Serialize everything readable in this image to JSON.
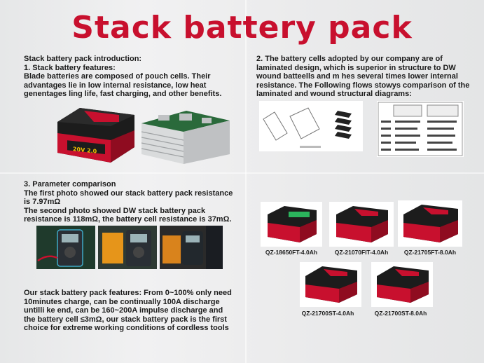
{
  "title": "Stack battery pack",
  "section1": {
    "intro": "Stack battery pack introduction:",
    "heading": "1. Stack battery features:",
    "body": "Blade batteries are composed of pouch cells. Their advantages lie in low internal resistance, low heat genentages ling life, fast charging, and other benefits."
  },
  "section2": {
    "body": "2. The battery cells adopted by our company are of laminated design, which is superior in structure to DW wound batteells and m hes several times lower internal resistance. The Following flows stowys comparison of the laminated and wound structural diagrams:"
  },
  "section3": {
    "heading": "3. Parameter comparison",
    "line1": "The first photo showed our stack battery pack resistance is 7.97mΩ",
    "line2": "The second photo showed DW stack battery pack resistance is 118mΩ, the battery cell resistance is 37mΩ."
  },
  "section4": {
    "body": "Our stack battery pack features: From 0~100% only need 10minutes charge, can be continually 100A discharge untilli ke end, can be 160~200A impulse discharge and the battery cell ≤3mΩ, our stack battery pack is the first choice for extreme working conditions of cordless tools"
  },
  "products": [
    {
      "label": "QZ-18650FT-4.0Ah"
    },
    {
      "label": "QZ-21070FIT-4.0Ah"
    },
    {
      "label": "QZ-21705FT-8.0Ah"
    },
    {
      "label": "QZ-21700ST-4.0Ah"
    },
    {
      "label": "QZ-21700ST-8.0Ah"
    }
  ],
  "battery_badge": "20V 2.0",
  "colors": {
    "title": "#c8102e",
    "battery_red": "#c8102e",
    "battery_black": "#1c1c1c"
  }
}
